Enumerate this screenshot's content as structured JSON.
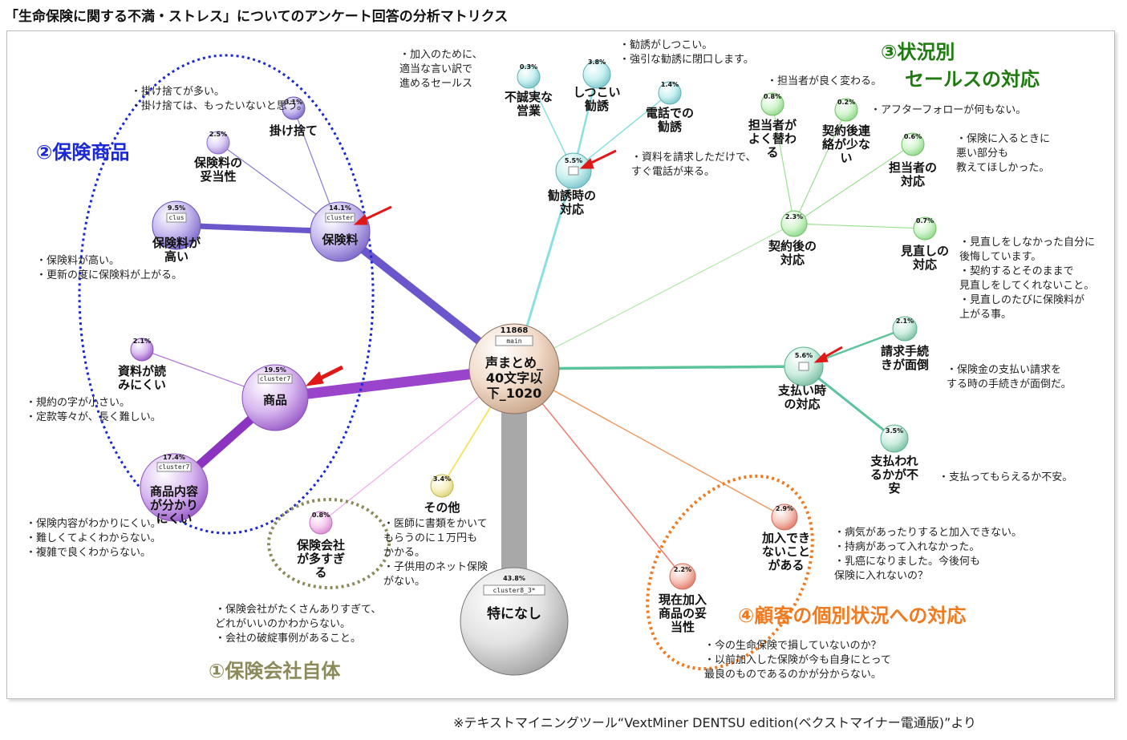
{
  "title": "「生命保険に関する不満・ストレス」についてのアンケート回答の分析マトリクス",
  "footer": "※テキストマイニングツール“VextMiner DENTSU edition(ベクストマイナー電通版)”より",
  "groups": {
    "g1": "①保険会社自体",
    "g2": "②保険商品",
    "g3_line1": "③状況別",
    "g3_line2": "セールスの対応",
    "g4": "④顧客の個別状況への対応"
  },
  "group_colors": {
    "g1": "#8c8a5a",
    "g2": "#1a28d6",
    "g3": "#1f7a10",
    "g4": "#f07a20"
  },
  "center": {
    "count": "11868",
    "tag": "main",
    "lines": [
      "声まとめ_",
      "40文字以",
      "下_1020"
    ]
  },
  "nodes": {
    "hokenryo": {
      "pct": "14.1%",
      "tag": "cluster",
      "lines": [
        "保険料"
      ]
    },
    "kakesute": {
      "pct": "3.1%",
      "lines": [
        "掛け捨て"
      ]
    },
    "datosei": {
      "pct": "2.5%",
      "lines": [
        "保険料の",
        "妥当性"
      ]
    },
    "takai": {
      "pct": "9.5%",
      "tag": "clus",
      "lines": [
        "保険料が",
        "高い"
      ]
    },
    "shohin": {
      "pct": "19.5%",
      "tag": "cluster7",
      "lines": [
        "商品"
      ]
    },
    "shiryo": {
      "pct": "2.1%",
      "lines": [
        "資料が読",
        "みにくい"
      ]
    },
    "naiyo": {
      "pct": "17.4%",
      "tag": "cluster7",
      "lines": [
        "商品内容",
        "が分かり",
        "にくい"
      ]
    },
    "kaisha": {
      "pct": "0.8%",
      "lines": [
        "保険会社",
        "が多すぎ",
        "る"
      ]
    },
    "sonota": {
      "pct": "3.4%",
      "lines": [
        "その他"
      ]
    },
    "tokuninashi": {
      "pct": "43.8%",
      "tag": "cluster8_3*",
      "lines": [
        "特になし"
      ]
    },
    "fuseijitsu": {
      "pct": "0.3%",
      "lines": [
        "不誠実な",
        "営業"
      ]
    },
    "shitsukoi": {
      "pct": "3.8%",
      "lines": [
        "しつこい",
        "勧誘"
      ]
    },
    "denwa": {
      "pct": "1.4%",
      "lines": [
        "電話での",
        "勧誘"
      ]
    },
    "kanyuji": {
      "pct": "5.5%",
      "lines": [
        "勧誘時の",
        "対応"
      ]
    },
    "tantokawaru": {
      "pct": "0.8%",
      "lines": [
        "担当者が",
        "よく替わ",
        "る"
      ]
    },
    "renraku": {
      "pct": "0.2%",
      "lines": [
        "契約後連",
        "絡が少な",
        "い"
      ]
    },
    "tantotaio": {
      "pct": "0.6%",
      "lines": [
        "担当者の",
        "対応"
      ]
    },
    "keiyakugo": {
      "pct": "2.3%",
      "lines": [
        "契約後の",
        "対応"
      ]
    },
    "minaoshi": {
      "pct": "0.7%",
      "lines": [
        "見直しの",
        "対応"
      ]
    },
    "seikyu": {
      "pct": "2.1%",
      "lines": [
        "請求手続",
        "きが面倒"
      ]
    },
    "shiharaiji": {
      "pct": "5.6%",
      "lines": [
        "支払い時",
        "の対応"
      ]
    },
    "shiharawareru": {
      "pct": "3.5%",
      "lines": [
        "支払われ",
        "るかが不",
        "安"
      ]
    },
    "kanyudekinai": {
      "pct": "2.9%",
      "lines": [
        "加入でき",
        "ないこと",
        "がある"
      ]
    },
    "genzai": {
      "pct": "2.2%",
      "lines": [
        "現在加入",
        "商品の妥",
        "当性"
      ]
    }
  },
  "notes": {
    "n_kakesute": [
      "・掛け捨てが多い。",
      "・掛け捨ては、もったいないと思う。"
    ],
    "n_takai": [
      "・保険料が高い。",
      "・更新の度に保険料が上がる。"
    ],
    "n_shiryo": [
      "・規約の字が小さい。",
      "・定款等々が、長く難しい。"
    ],
    "n_naiyo": [
      "・保険内容がわかりにくい。",
      "・難しくてよくわからない。",
      "・複雑で良くわからない。"
    ],
    "n_kaisha": [
      "・保険会社がたくさんありすぎて、",
      "  どれがいいのかわからない。",
      "・会社の破綻事例があること。"
    ],
    "n_sonota": [
      "・医師に書類をかいて",
      "  もらうのに１万円も",
      "  かかる。",
      "・子供用のネット保険",
      "  がない。"
    ],
    "n_fuseijitsu": [
      "・加入のために、",
      "  適当な言い訳で",
      "  進めるセールス"
    ],
    "n_shitsukoi": [
      "・勧誘がしつこい。",
      "・強引な勧誘に閉口します。"
    ],
    "n_denwa": [
      "・資料を請求しただけで、",
      "  すぐ電話が来る。"
    ],
    "n_tanto": [
      "・担当者が良く変わる。"
    ],
    "n_renraku": [
      "・アフターフォローが何もない。"
    ],
    "n_tantotaio": [
      "・保険に入るときに",
      "  悪い部分も",
      "  教えてほしかった。"
    ],
    "n_minaoshi": [
      "・見直しをしなかった自分に",
      "  後悔しています。",
      "・契約するとそのままで",
      "  見直しをしてくれないこと。",
      "・見直しのたびに保険料が",
      "  上がる事。"
    ],
    "n_seikyu": [
      "・保険金の支払い請求を",
      "  する時の手続きが面倒だ。"
    ],
    "n_shiharawareru": [
      "・支払ってもらえるか不安。"
    ],
    "n_kanyudekinai": [
      "・病気があったりすると加入できない。",
      "・持病があって入れなかった。",
      "・乳癌になりました。今後何も",
      "  保険に入れないの？"
    ],
    "n_genzai": [
      "・今の生命保険で損していないのか？",
      "・以前加入した保険が今も自身にとって",
      "  最良のものであるのかが分からない。"
    ]
  }
}
